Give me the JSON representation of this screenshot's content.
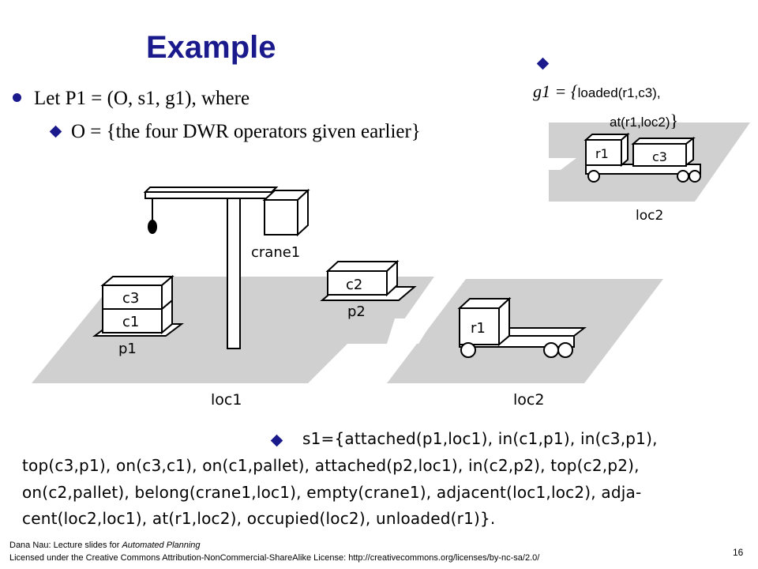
{
  "slide": {
    "title": "Example",
    "page_number": "16"
  },
  "bullets": {
    "b1_text": "Let P1 = (O, s1, g1), where",
    "b2_text": "O = {the four DWR operators given earlier}"
  },
  "goal": {
    "prefix": "g1 = {",
    "item1": "loaded(r1,c3),",
    "item2": "at(r1,loc2)",
    "close": "}"
  },
  "initial_state": {
    "lines": [
      "s1={attached(p1,loc1),  in(c1,p1),  in(c3,p1),",
      "top(c3,p1),  on(c3,c1),  on(c1,pallet),  attached(p2,loc1),  in(c2,p2),  top(c2,p2),",
      "on(c2,pallet),  belong(crane1,loc1),  empty(crane1),  adjacent(loc1,loc2),  adja-",
      "cent(loc2,loc1),  at(r1,loc2),  occupied(loc2),  unloaded(r1)}."
    ]
  },
  "diagram": {
    "crane": "crane1",
    "containers": [
      "c3",
      "c1",
      "c2"
    ],
    "piles": [
      "p1",
      "p2"
    ],
    "robot": "r1",
    "locations": [
      "loc1",
      "loc2"
    ],
    "goal_containers": [
      "r1",
      "c3"
    ],
    "goal_location": "loc2"
  },
  "footer": {
    "line1_prefix": "Dana Nau:  Lecture slides for ",
    "line1_italic": "Automated Planning",
    "line2": "Licensed under the Creative Commons Attribution-NonCommercial-ShareAlike License: http://creativecommons.org/licenses/by-nc-sa/2.0/"
  }
}
